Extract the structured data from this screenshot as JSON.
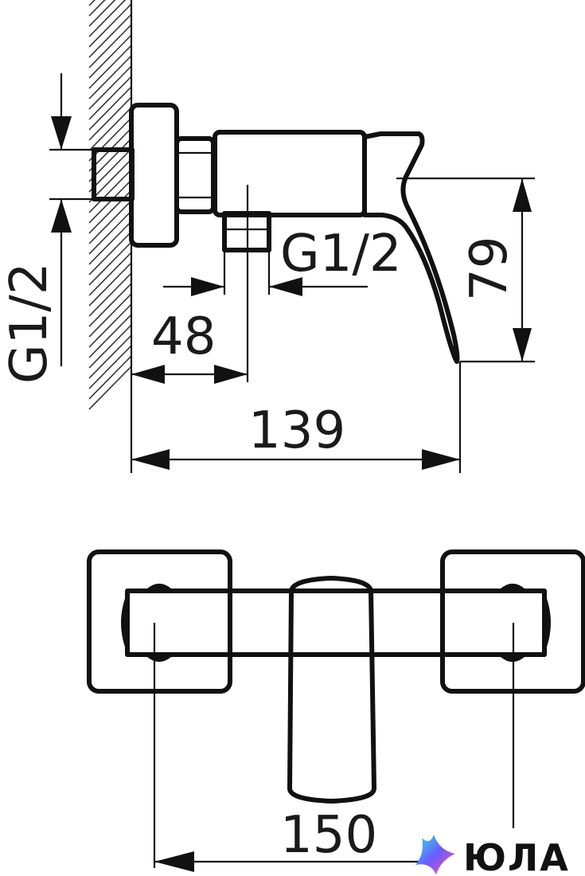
{
  "labels": {
    "inlet_thread_vertical": "G1/2",
    "outlet_thread": "G1/2",
    "handle_height": "79",
    "outlet_offset": "48",
    "total_depth": "139",
    "center_distance": "150"
  },
  "watermark": {
    "text": "ЮЛА",
    "icon": "star-logo-icon"
  },
  "colors": {
    "line": "#111111",
    "background": "#ffffff"
  }
}
